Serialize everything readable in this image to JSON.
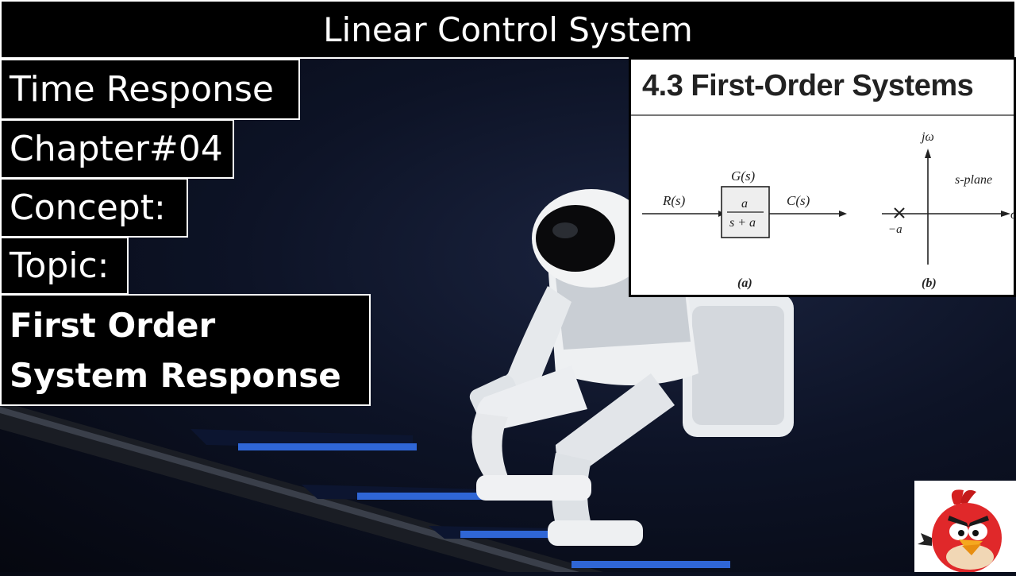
{
  "header": {
    "title": "Linear Control System"
  },
  "labels": {
    "time_response": "Time Response",
    "chapter": "Chapter#04",
    "concept": "Concept:",
    "topic": "Topic:",
    "topic_line1": "First Order",
    "topic_line2": "System Response"
  },
  "figure": {
    "heading": "4.3 First-Order Systems",
    "block_input": "R(s)",
    "block_label": "G(s)",
    "block_num": "a",
    "block_den": "s + a",
    "block_output": "C(s)",
    "axis_imag": "jω",
    "plane_label": "s-plane",
    "axis_real": "σ",
    "pole_label": "−a",
    "caption_a": "(a)",
    "caption_b": "(b)"
  },
  "colors": {
    "panel_bg": "#000000",
    "panel_text": "#ffffff",
    "stair_accent": "#2f66d6"
  },
  "icons": {
    "corner_logo": "angry-bird-icon"
  }
}
